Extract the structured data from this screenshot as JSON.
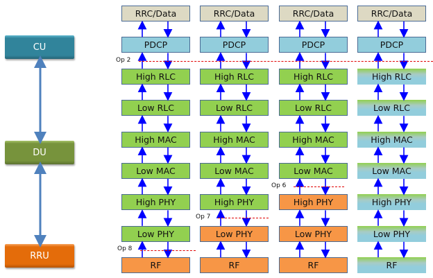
{
  "units": [
    {
      "id": "cu",
      "label": "CU"
    },
    {
      "id": "du",
      "label": "DU"
    },
    {
      "id": "rru",
      "label": "RRU"
    }
  ],
  "layers": [
    "RRC/Data",
    "PDCP",
    "High RLC",
    "Low RLC",
    "High MAC",
    "Low MAC",
    "High PHY",
    "Low PHY",
    "RF"
  ],
  "columns": [
    {
      "fills": [
        "beige",
        "blue",
        "green",
        "green",
        "green",
        "green",
        "green",
        "green",
        "orange"
      ]
    },
    {
      "fills": [
        "beige",
        "blue",
        "green",
        "green",
        "green",
        "green",
        "green",
        "orange",
        "orange"
      ]
    },
    {
      "fills": [
        "beige",
        "blue",
        "green",
        "green",
        "green",
        "green",
        "orange",
        "orange",
        "orange"
      ]
    },
    {
      "fills": [
        "beige",
        "blue",
        "grad",
        "grad",
        "grad",
        "grad",
        "grad",
        "grad",
        "grad"
      ]
    }
  ],
  "split_options": [
    {
      "label": "Op 2"
    },
    {
      "label": "Op 6"
    },
    {
      "label": "Op 7"
    },
    {
      "label": "Op 8"
    }
  ],
  "colors": {
    "beige": "#ddd9c3",
    "blue": "#92cddc",
    "green": "#92d050",
    "orange": "#f79646",
    "arrow": "#0000ff",
    "split": "#e00000",
    "link": "#4f81bd"
  }
}
